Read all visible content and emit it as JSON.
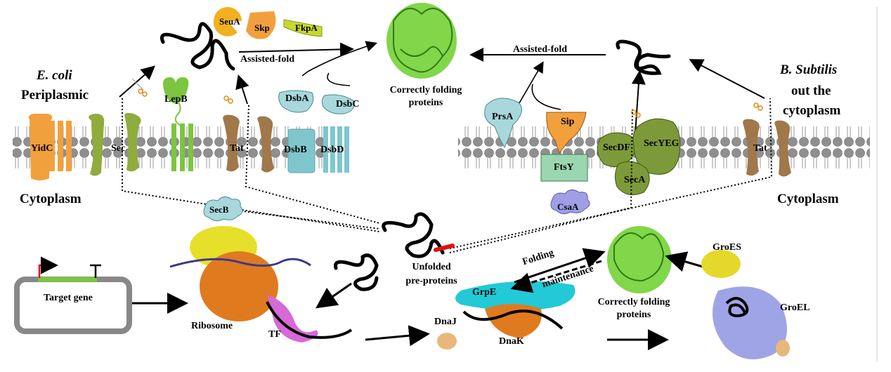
{
  "left_panel": {
    "organism_italic": "E. coli",
    "organism_sub": "Periplasmic",
    "cytoplasm": "Cytoplasm",
    "membrane_proteins": [
      "YidC",
      "Sec",
      "LepB",
      "Tat",
      "DsbB",
      "DsbD"
    ],
    "periplasm_proteins": [
      "DsbA",
      "DsbC"
    ],
    "chaperones": [
      "SeuA",
      "Skp",
      "FkpA"
    ],
    "assisted_fold": "Assisted-fold",
    "correct_folding": [
      "Correctly folding",
      "proteins"
    ]
  },
  "right_panel": {
    "organism_italic": "B. Subtilis",
    "organism_sub_line1": "out the",
    "organism_sub_line2": "cytoplasm",
    "cytoplasm": "Cytoplasm",
    "assisted_fold": "Assisted-fold",
    "membrane_proteins": [
      "PrsA",
      "Sip",
      "FtsY",
      "SecDF",
      "SecYEG",
      "SecA",
      "Tat"
    ],
    "csaA": "CsaA"
  },
  "bottom": {
    "secB": "SecB",
    "target_gene": "Target gene",
    "ribosome": "Ribosome",
    "tf": "TF",
    "unfolded": [
      "Unfolded",
      "pre-proteins"
    ],
    "folding": "Folding",
    "maintenance": "maintenance",
    "grpE": "GrpE",
    "dnaJ": "DnaJ",
    "dnaK": "DnaK",
    "correct_folding": [
      "Correctly folding",
      "proteins"
    ],
    "groES": "GroES",
    "groEL": "GroEL"
  },
  "colors": {
    "yidc": "#f2a03d",
    "sec_green": "#8fac3c",
    "lepb": "#7cc540",
    "tat": "#a0784a",
    "dsb": "#7fc6cc",
    "ftsy": "#9ad7b0",
    "secyeg": "#7c9a3a",
    "csaa": "#8f8fe0",
    "ribosome_orange": "#e07a1f",
    "ribosome_yellow": "#e6e02a",
    "tf_pink": "#d66ad6",
    "grpe_cyan": "#22c9d6",
    "groel": "#9ea4e6",
    "groes": "#e6d82a",
    "protein_green": "#6ccf2a"
  }
}
